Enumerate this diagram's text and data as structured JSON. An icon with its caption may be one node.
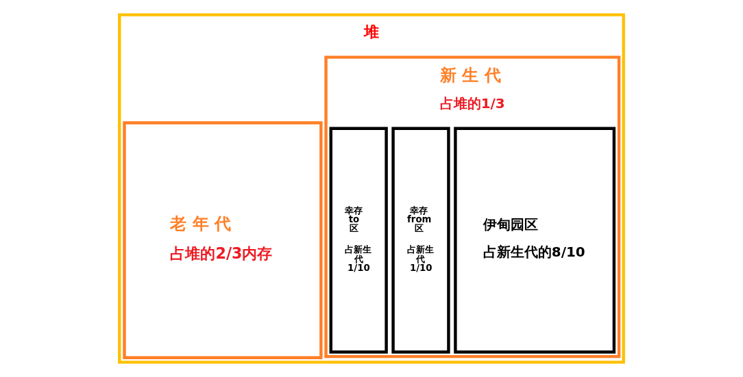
{
  "diagram": {
    "nodes": [
      {
        "text": [
          "堆"
        ]
      },
      {
        "text": [
          "新 生 代",
          "占堆的1/3"
        ],
        "in": 0
      },
      {
        "text": [
          "伊甸园区",
          "占新生代的8/10"
        ],
        "in": 1
      },
      {
        "text": [
          "幸存from区",
          "占新生代1/10"
        ],
        "in": 1
      },
      {
        "text": [
          "幸存to区",
          "占新生代1/10"
        ],
        "in": 1
      },
      {
        "text": [
          "老 年 代",
          "占堆的2/3内存"
        ],
        "in": 0
      }
    ],
    "edges": []
  }
}
